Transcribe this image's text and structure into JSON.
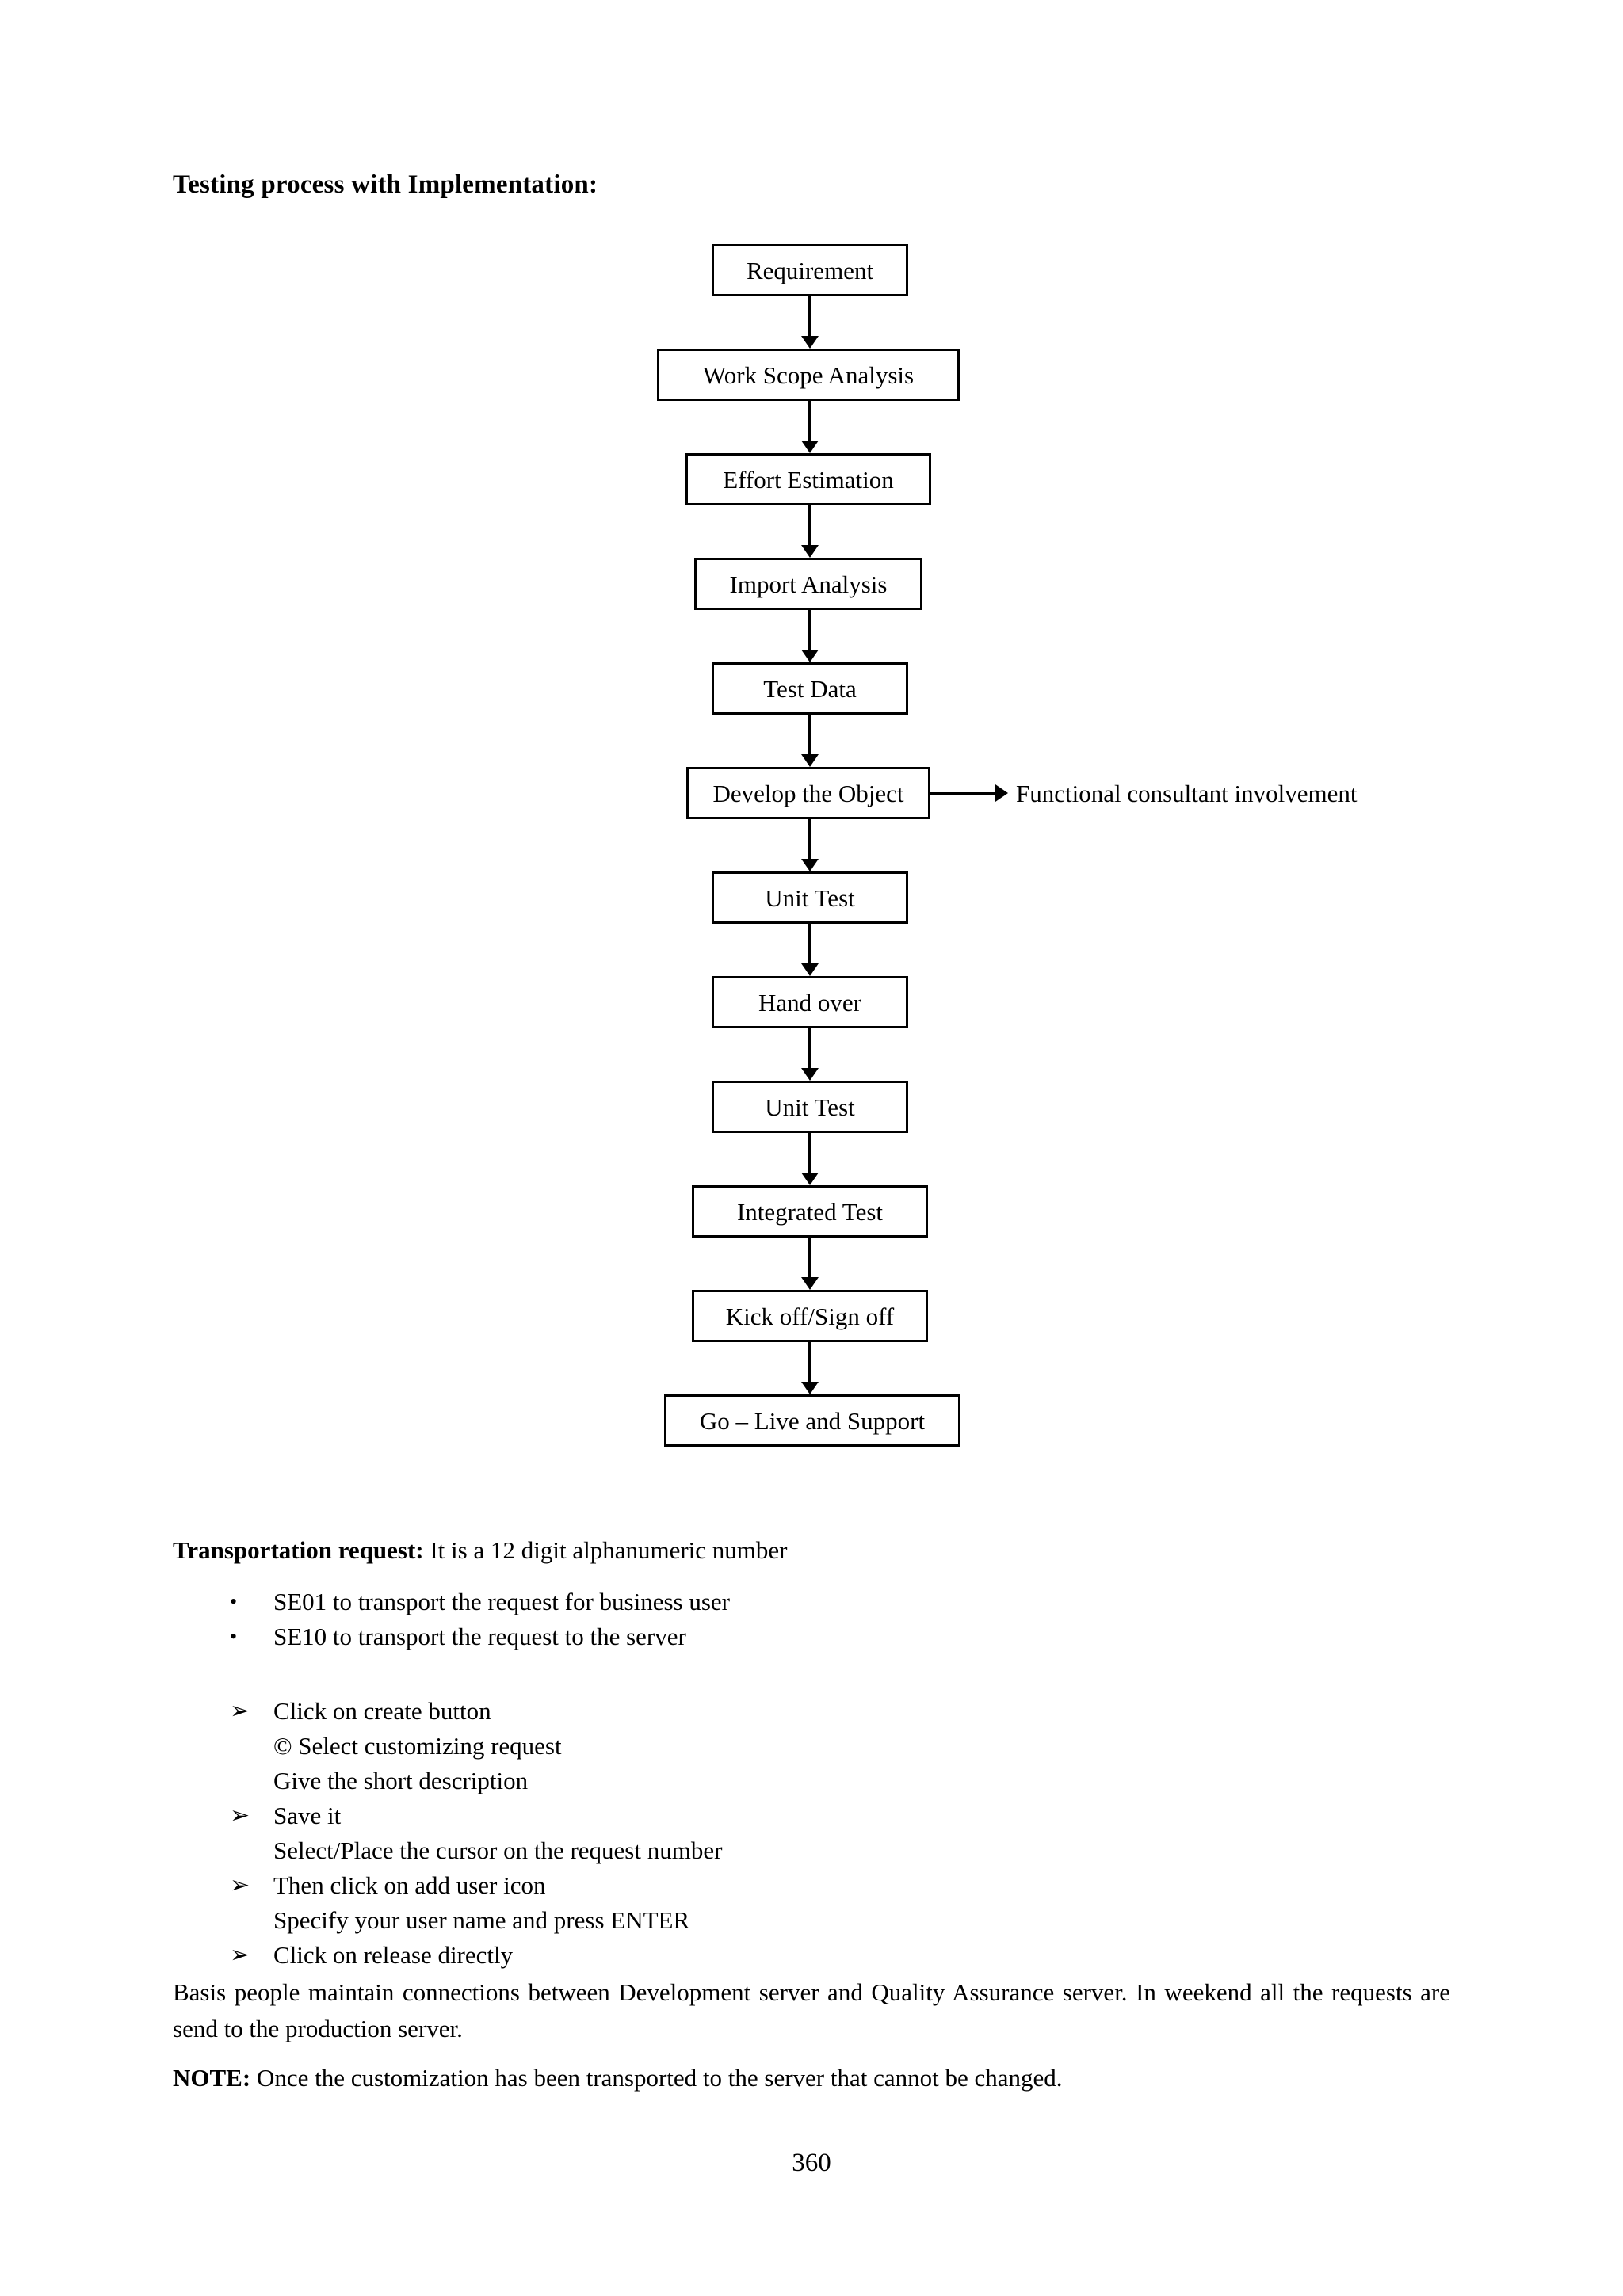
{
  "document": {
    "heading": "Testing process with Implementation:",
    "page_number": "360"
  },
  "flowchart": {
    "nodes": [
      {
        "id": "requirement",
        "label": "Requirement"
      },
      {
        "id": "work-scope-analysis",
        "label": "Work Scope Analysis"
      },
      {
        "id": "effort-estimation",
        "label": "Effort Estimation"
      },
      {
        "id": "import-analysis",
        "label": "Import Analysis"
      },
      {
        "id": "test-data",
        "label": "Test Data"
      },
      {
        "id": "develop-the-object",
        "label": "Develop the Object"
      },
      {
        "id": "unit-test-1",
        "label": "Unit Test"
      },
      {
        "id": "hand-over",
        "label": "Hand over"
      },
      {
        "id": "unit-test-2",
        "label": "Unit Test"
      },
      {
        "id": "integrated-test",
        "label": "Integrated Test"
      },
      {
        "id": "kick-off-sign-off",
        "label": "Kick off/Sign off"
      },
      {
        "id": "go-live-and-support",
        "label": "Go – Live and Support"
      }
    ],
    "annotation": "Functional consultant involvement"
  },
  "transportation": {
    "lead": "Transportation request:",
    "text": " It is a 12 digit alphanumeric number",
    "bullets": [
      {
        "marker": "•",
        "marker_type": "dot",
        "text": "SE01 to transport the request for business user"
      },
      {
        "marker": "•",
        "marker_type": "dot",
        "text": "SE10 to transport the request to the server"
      }
    ],
    "steps": [
      {
        "marker": "➢",
        "marker_type": "arrow",
        "text": "Click on create button"
      },
      {
        "marker": "",
        "marker_type": "none",
        "text": "© Select customizing request"
      },
      {
        "marker": "",
        "marker_type": "none",
        "text": "Give the short description"
      },
      {
        "marker": "➢",
        "marker_type": "arrow",
        "text": "Save it"
      },
      {
        "marker": "",
        "marker_type": "none",
        "text": "Select/Place the cursor on the request number"
      },
      {
        "marker": "➢",
        "marker_type": "arrow",
        "text": "Then click on add user icon"
      },
      {
        "marker": "",
        "marker_type": "none",
        "text": "Specify your user name and press ENTER"
      },
      {
        "marker": "➢",
        "marker_type": "arrow",
        "text": "Click on release directly"
      }
    ]
  },
  "closing": {
    "basis_paragraph": "Basis people maintain connections between Development server and Quality Assurance server. In weekend all the requests are send to the production server.",
    "note_lead": "NOTE:",
    "note_text": " Once the customization has been transported to the server that cannot be changed."
  }
}
